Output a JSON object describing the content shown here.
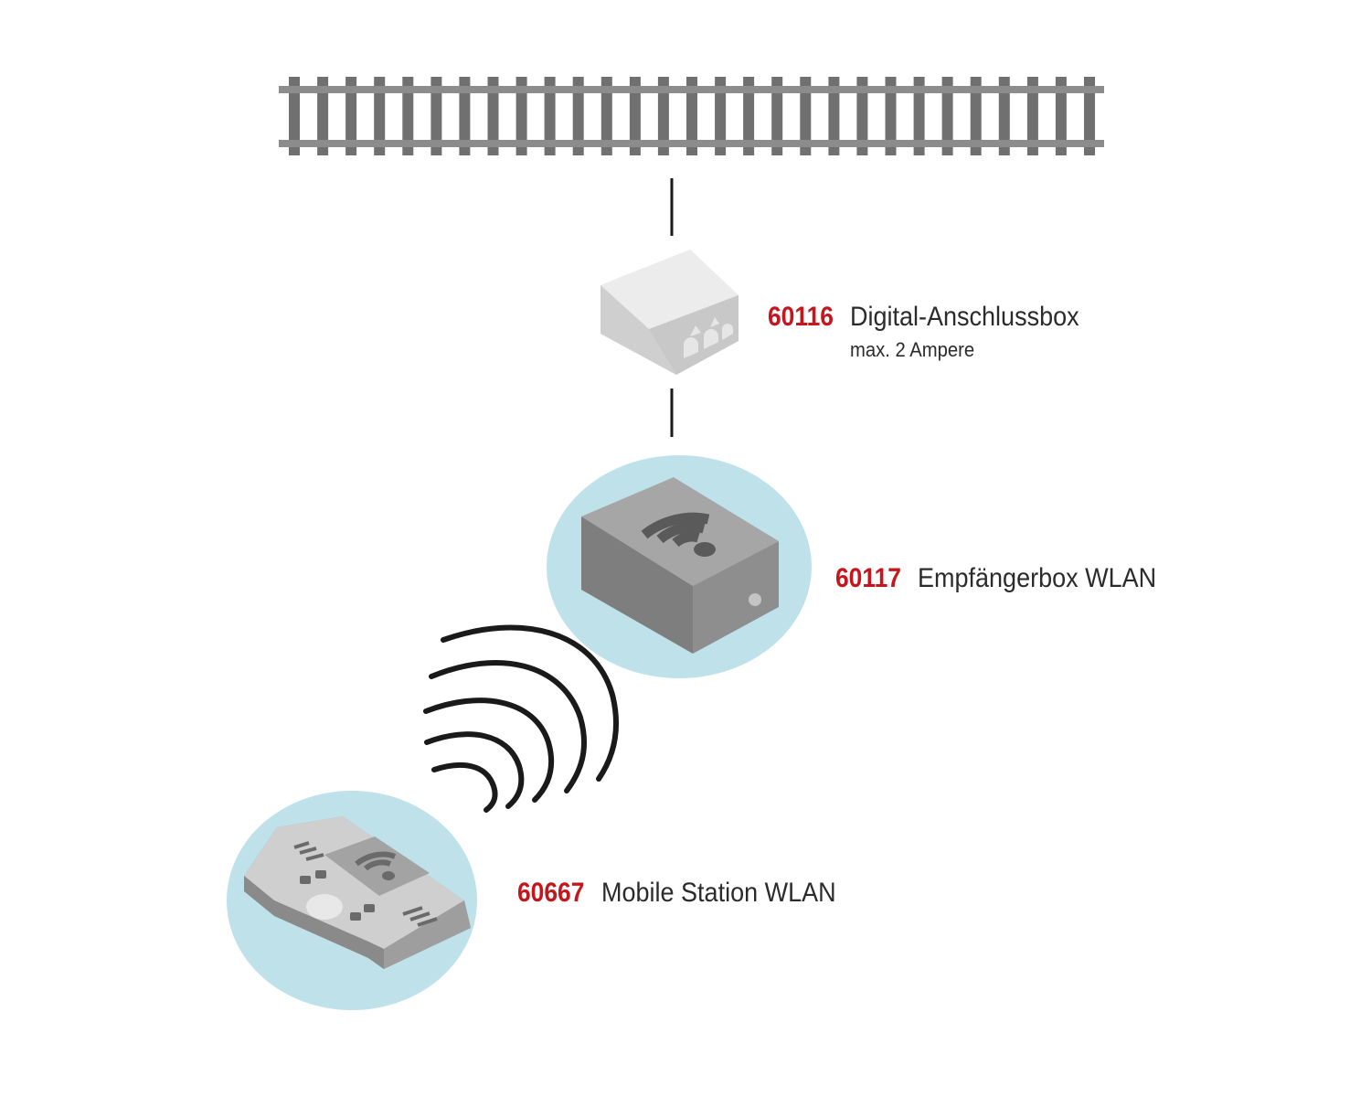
{
  "devices": [
    {
      "number": "60116",
      "name": "Digital-Anschlussbox",
      "note": "max. 2 Ampere",
      "icon": "connection-box-icon"
    },
    {
      "number": "60117",
      "name": "Empfängerbox WLAN",
      "icon": "wlan-receiver-box-icon"
    },
    {
      "number": "60667",
      "name": "Mobile Station WLAN",
      "icon": "mobile-station-icon"
    }
  ],
  "colors": {
    "number_red": "#c4161c",
    "track_gray": "#7a7a7a",
    "halo_blue": "#bfe2ea",
    "box_light": "#d9d9d9",
    "box_dark": "#8a8a8a",
    "wave_black": "#1a1a1a"
  }
}
